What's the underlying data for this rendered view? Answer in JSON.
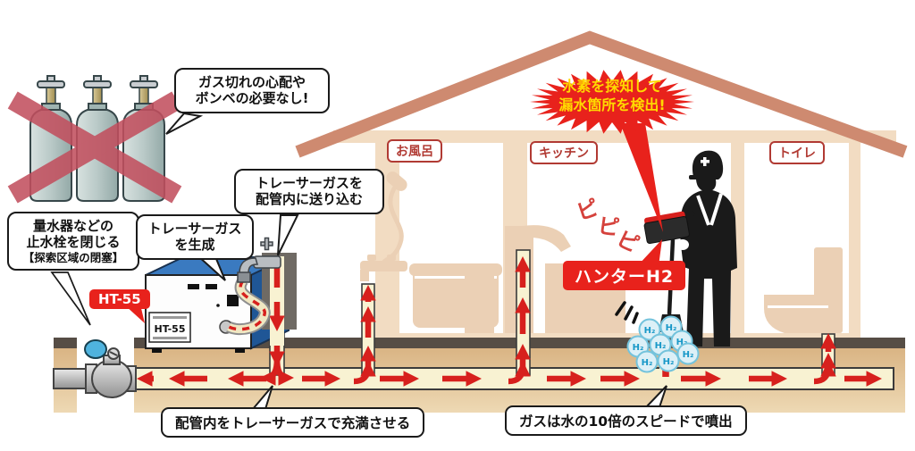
{
  "colors": {
    "arrow_red": "#d7201d",
    "burst_red": "#e8221c",
    "burst_text_yellow": "#ffd900",
    "roof_salmon": "#ce8a70",
    "wall_tan": "#f2dcc2",
    "fixture_peach": "#ebd0b5",
    "ground_tan": "#d6ae7c",
    "ground_dark_strip": "#564d45",
    "pipe_cream": "#f8f2d2",
    "machine_blue": "#2a66ae",
    "room_label_red": "#b13a33",
    "h2_bubble_blue": "#1898c8",
    "beep_red": "#d5423c"
  },
  "cylinders_note": {
    "line1": "ガス切れの心配や",
    "line2": "ボンベの必要なし!"
  },
  "steps": {
    "close_valve": {
      "line1": "量水器などの",
      "line2": "止水栓を閉じる",
      "line3": "【探索区域の閉塞】"
    },
    "generate": {
      "line1": "トレーサーガス",
      "line2": "を生成"
    },
    "inject": {
      "line1": "トレーサーガスを",
      "line2": "配管内に送り込む"
    },
    "fill": {
      "text": "配管内をトレーサーガスで充満させる"
    },
    "speed": {
      "text": "ガスは水の10倍のスピードで噴出"
    }
  },
  "burst": {
    "line1": "水素を探知して",
    "line2": "漏水箇所を検出!"
  },
  "devices": {
    "generator_model": "HT-55",
    "generator_front_label": "HT-55",
    "detector_name": "ハンターH2"
  },
  "rooms": [
    {
      "name": "お風呂"
    },
    {
      "name": "キッチン"
    },
    {
      "name": "トイレ"
    }
  ],
  "effects": {
    "beep1": "ピ",
    "beep2": "ピ",
    "beep3": "ピ",
    "h2": "H₂"
  }
}
